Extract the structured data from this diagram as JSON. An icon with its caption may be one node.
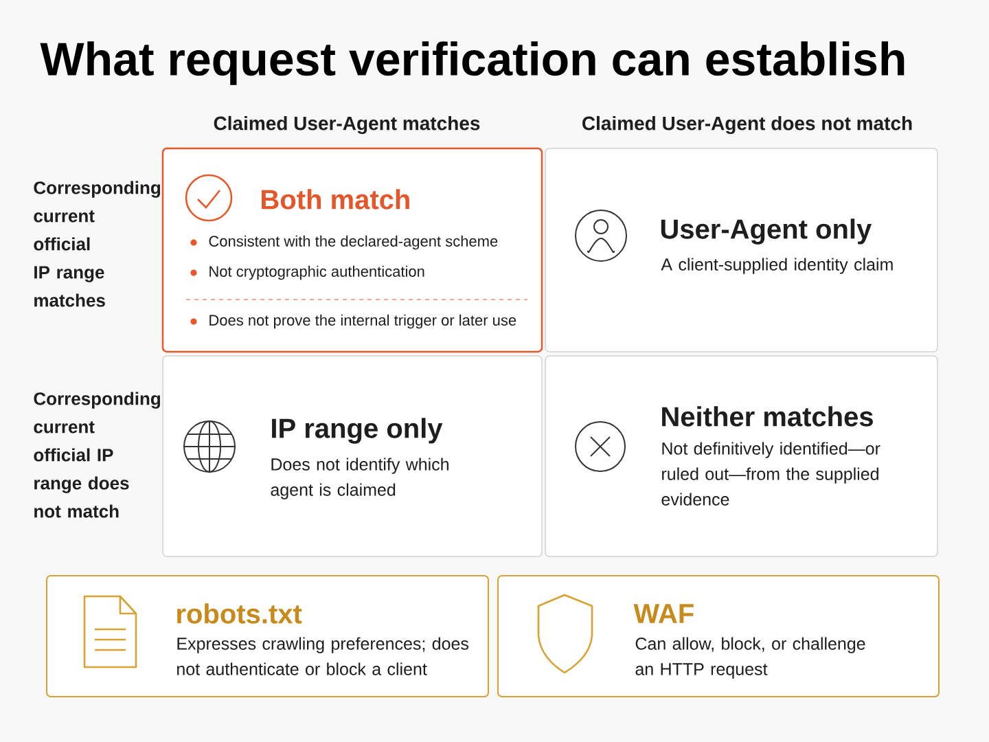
{
  "diagram": {
    "title": "What request verification can establish",
    "nodes": [
      {
        "text": [
          "Both match",
          "Consistent with the declared-agent scheme",
          "Not cryptographic authentication",
          "Does not prove the internal trigger or later use"
        ]
      },
      {
        "text": [
          "User-Agent only",
          "A client-supplied identity claim"
        ]
      },
      {
        "text": [
          "IP range only",
          "Does not identify which agent is claimed"
        ]
      },
      {
        "text": [
          "Neither matches",
          "Not definitively identified—or ruled out—from the supplied evidence"
        ]
      },
      {
        "text": [
          "robots.txt",
          "Expresses crawling preferences; does not authenticate or block a client"
        ]
      },
      {
        "text": [
          "WAF",
          "Can allow, block, or challenge an HTTP request"
        ]
      }
    ],
    "labels": [
      "Claimed User-Agent matches",
      "Claimed User-Agent does not match",
      "Corresponding current official IP range matches",
      "Corresponding current official IP range does not match"
    ]
  }
}
